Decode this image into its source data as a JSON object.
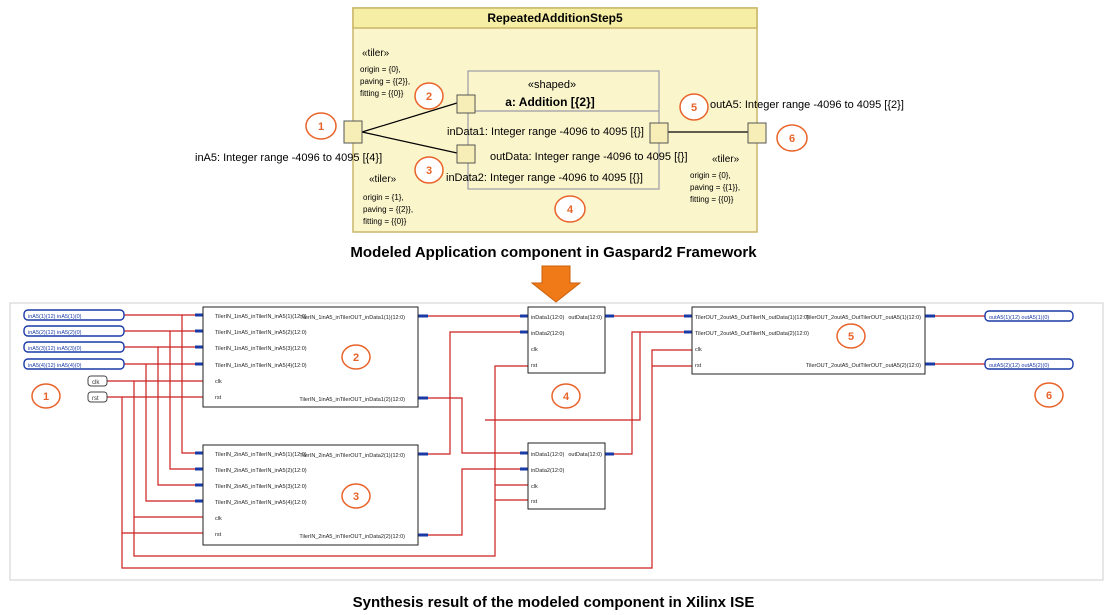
{
  "colors": {
    "component_bg": "#fbf5cc",
    "component_border": "#c9b76a",
    "header_bg": "#f7eea5",
    "callout": "#e8642a",
    "wire_red": "#cc1f1f",
    "bus_blue": "#1a3aa6",
    "arrow_orange": "#f07a17"
  },
  "uml": {
    "title": "RepeatedAdditionStep5",
    "tiler_in1": {
      "stereotype": "«tiler»",
      "origin": "origin = {0},",
      "paving": "paving = {{2}},",
      "fitting": "fitting = {{0}}"
    },
    "tiler_in2": {
      "stereotype": "«tiler»",
      "origin": "origin = {1},",
      "paving": "paving = {{2}},",
      "fitting": "fitting = {{0}}"
    },
    "tiler_out": {
      "stereotype": "«tiler»",
      "origin": "origin = {0},",
      "paving": "paving = {{1}},",
      "fitting": "fitting = {{0}}"
    },
    "part_stereotype": "«shaped»",
    "part_name": "a: Addition [{2}]",
    "inData1": "inData1: Integer range -4096 to 4095 [{}]",
    "inData2": "inData2: Integer range -4096 to 4095 [{}]",
    "outData": "outData: Integer range -4096 to 4095 [{}]",
    "inA5": "inA5: Integer range -4096 to 4095 [{4}]",
    "outA5": "outA5: Integer range -4096 to 4095 [{2}]",
    "callouts": [
      "1",
      "2",
      "3",
      "4",
      "5",
      "6"
    ]
  },
  "caption_top": "Modeled Application component in Gaspard2 Framework",
  "caption_bottom": "Synthesis result of the modeled component in Xilinx ISE",
  "schematic": {
    "input_ports": [
      "inA5(1)(12) inA5(1)(0)",
      "inA5(2)(12) inA5(2)(0)",
      "inA5(3)(12) inA5(3)(0)",
      "inA5(4)(12) inA5(4)(0)"
    ],
    "clk_port": "clk",
    "rst_port": "rst",
    "output_ports": [
      "outA5(1)(12) outA5(1)(0)",
      "outA5(2)(12) outA5(2)(0)"
    ],
    "tilerin_1": {
      "pins_left": [
        "TilerIN_1inA5_inTilerIN_inA5(1)(12:0)",
        "TilerIN_1inA5_inTilerIN_inA5(2)(12:0)",
        "TilerIN_1inA5_inTilerIN_inA5(3)(12:0)",
        "TilerIN_1inA5_inTilerIN_inA5(4)(12:0)",
        "clk",
        "rst"
      ],
      "pins_right": [
        "TilerIN_1inA5_inTilerOUT_inData1(1)(12:0)",
        "TilerIN_1inA5_inTilerOUT_inData1(2)(12:0)"
      ]
    },
    "tilerin_2": {
      "pins_left": [
        "TilerIN_2inA5_inTilerIN_inA5(1)(12:0)",
        "TilerIN_2inA5_inTilerIN_inA5(2)(12:0)",
        "TilerIN_2inA5_inTilerIN_inA5(3)(12:0)",
        "TilerIN_2inA5_inTilerIN_inA5(4)(12:0)",
        "clk",
        "rst"
      ],
      "pins_right": [
        "TilerIN_2inA5_inTilerOUT_inData2(1)(12:0)",
        "TilerIN_2inA5_inTilerOUT_inData2(2)(12:0)"
      ]
    },
    "adder": {
      "pins_left": [
        "inData1(12:0)",
        "inData2(12:0)",
        "clk",
        "rst"
      ],
      "pin_out": "outData(12:0)"
    },
    "tilerout": {
      "pins_left": [
        "TilerOUT_2outA5_OutTilerIN_outData(1)(12:0)",
        "TilerOUT_2outA5_OutTilerIN_outData(2)(12:0)",
        "clk",
        "rst"
      ],
      "pins_right": [
        "TilerOUT_2outA5_OutTilerOUT_outA5(1)(12:0)",
        "TilerOUT_2outA5_OutTilerOUT_outA5(2)(12:0)"
      ]
    },
    "callouts": [
      "1",
      "2",
      "3",
      "4",
      "5",
      "6"
    ]
  }
}
